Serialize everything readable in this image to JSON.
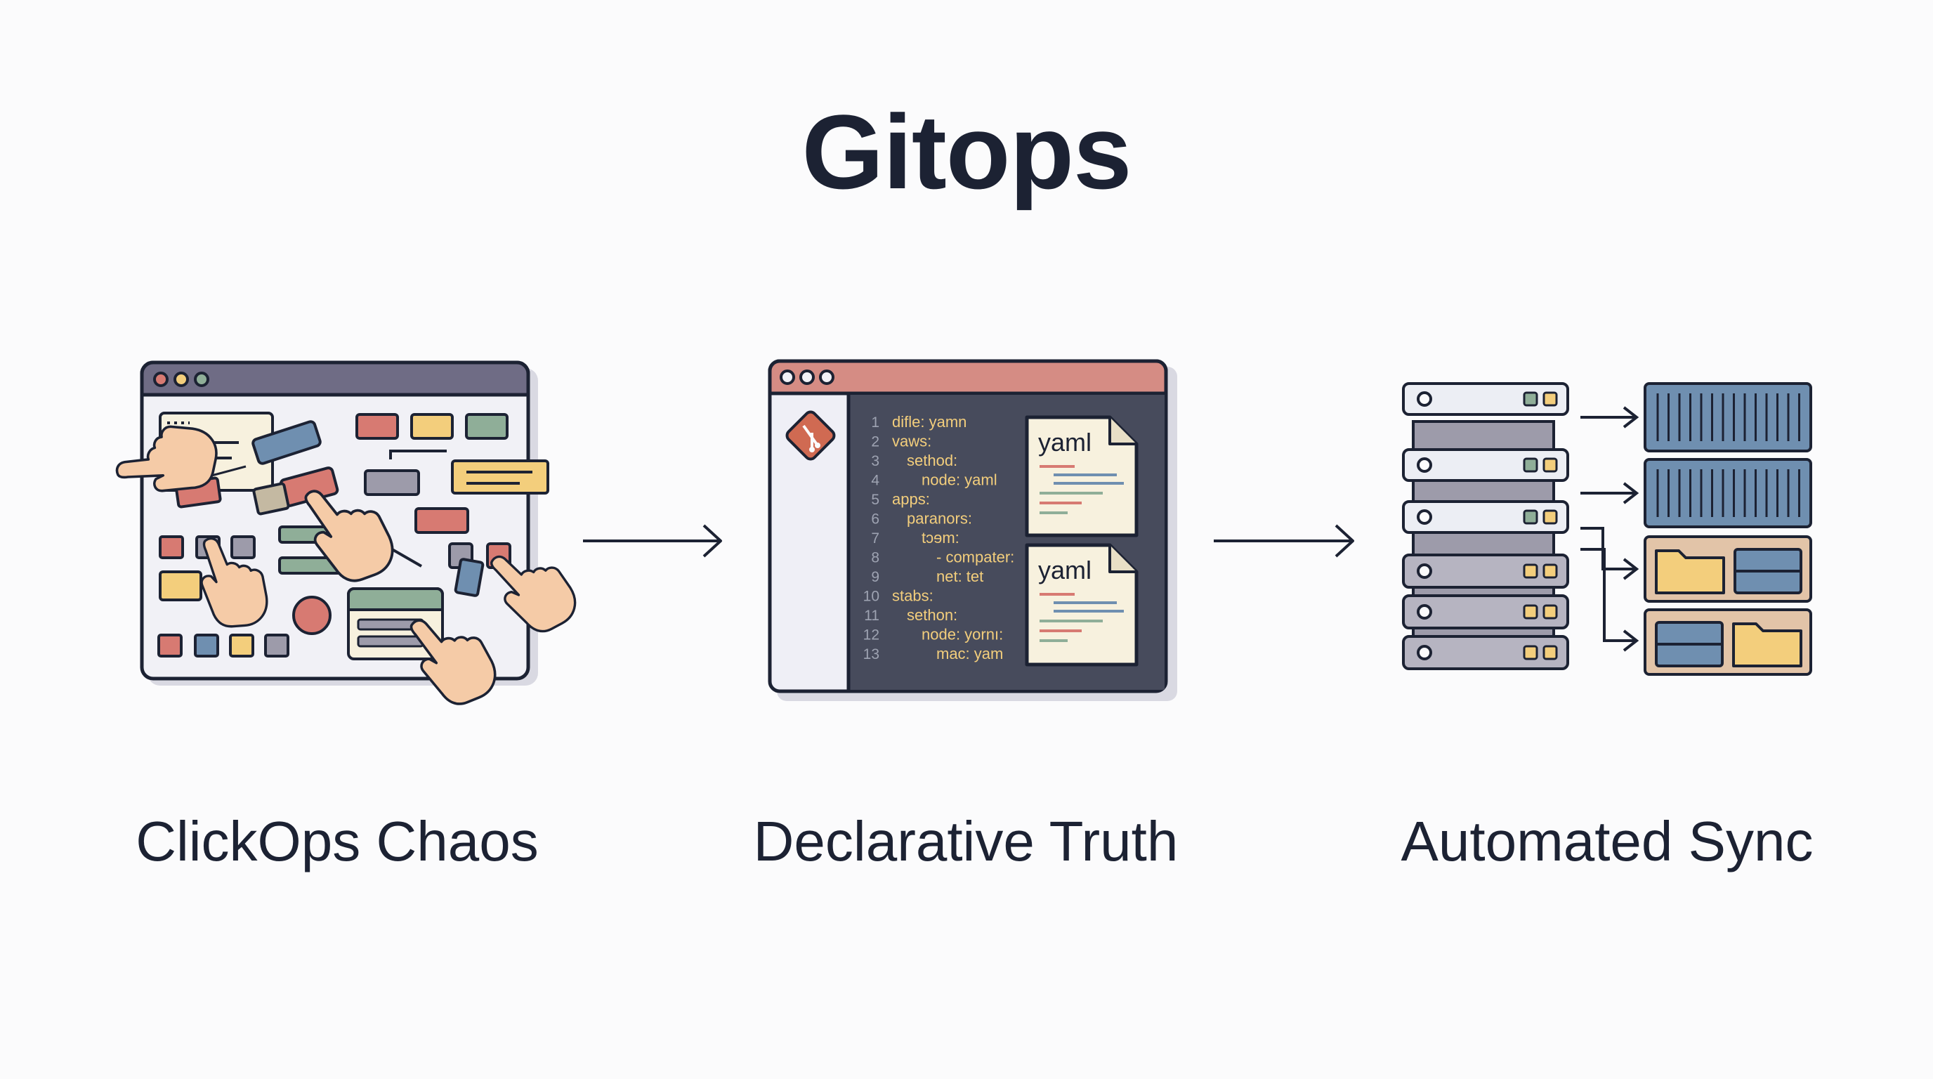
{
  "title": "Gitops",
  "stages": [
    {
      "label": "ClickOps Chaos"
    },
    {
      "label": "Declarative Truth"
    },
    {
      "label": "Automated Sync"
    }
  ],
  "code_lines": [
    {
      "no": "1",
      "text": "difle: yamn"
    },
    {
      "no": "2",
      "text": "vaws:"
    },
    {
      "no": "3",
      "text": "sethod:"
    },
    {
      "no": "4",
      "text": "node: yaml"
    },
    {
      "no": "5",
      "text": "apps:"
    },
    {
      "no": "6",
      "text": "paranors:"
    },
    {
      "no": "7",
      "text": "tɔɘm:"
    },
    {
      "no": "8",
      "text": "- compater:"
    },
    {
      "no": "9",
      "text": "net: tet"
    },
    {
      "no": "10",
      "text": "stabs:"
    },
    {
      "no": "11",
      "text": "sethon:"
    },
    {
      "no": "12",
      "text": "node: yornı:"
    },
    {
      "no": "13",
      "text": "mac: yam"
    }
  ],
  "yaml_files": [
    {
      "label": "yaml"
    },
    {
      "label": "yaml"
    }
  ],
  "icons": {
    "git": "git-logo-icon",
    "cursor": "pointing-hand-icon",
    "server": "server-rack-icon",
    "container": "container-icon",
    "folder": "folder-icon"
  },
  "colors": {
    "ink": "#1c2233",
    "window_header_1": "#6f6c85",
    "window_header_2": "#d58c84",
    "editor_bg": "#474b5c",
    "code_yellow": "#f3ce7c",
    "container_blue": "#6f8fb0",
    "folder_yellow": "#f3ce7c",
    "block_red": "#d77a72",
    "block_green": "#8fae98"
  }
}
